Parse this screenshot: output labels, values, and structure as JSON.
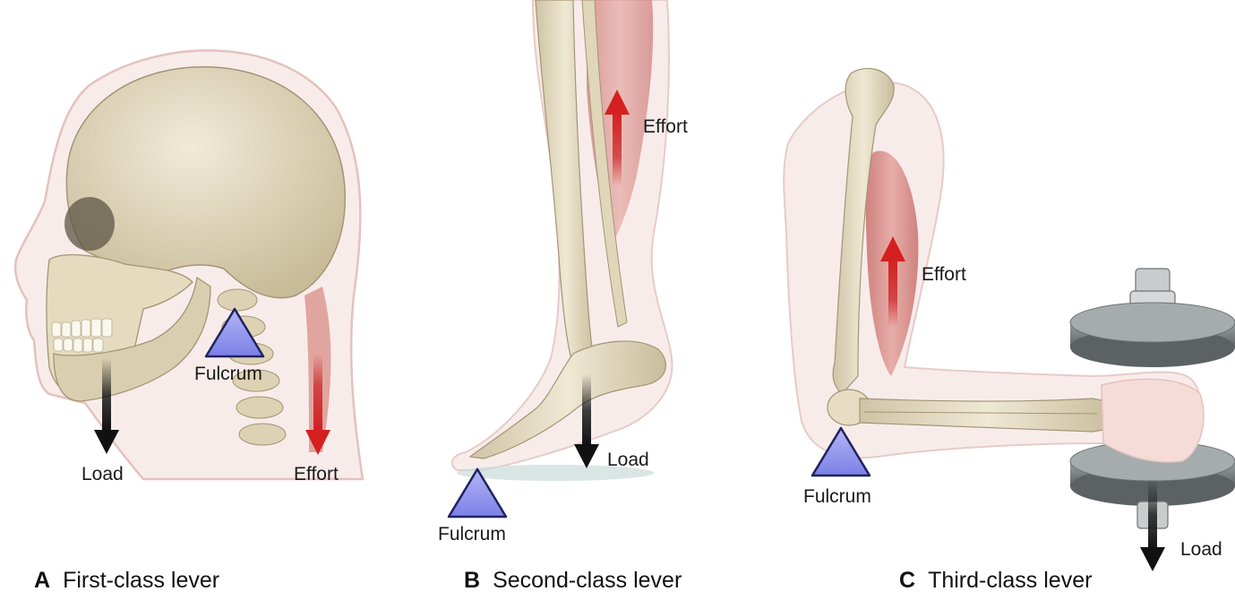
{
  "panels": [
    {
      "letter": "A",
      "title": "First-class lever",
      "fulcrum_label": "Fulcrum",
      "load_label": "Load",
      "effort_label": "Effort"
    },
    {
      "letter": "B",
      "title": "Second-class lever",
      "fulcrum_label": "Fulcrum",
      "load_label": "Load",
      "effort_label": "Effort"
    },
    {
      "letter": "C",
      "title": "Third-class lever",
      "fulcrum_label": "Fulcrum",
      "load_label": "Load",
      "effort_label": "Effort"
    }
  ],
  "colors": {
    "fulcrum_fill": "#8f93ee",
    "effort_arrow": "#c81e1e",
    "load_arrow": "#111111",
    "bone": "#e6ddc4",
    "skin_outline": "#e8c9c6",
    "muscle": "#d98a86"
  }
}
